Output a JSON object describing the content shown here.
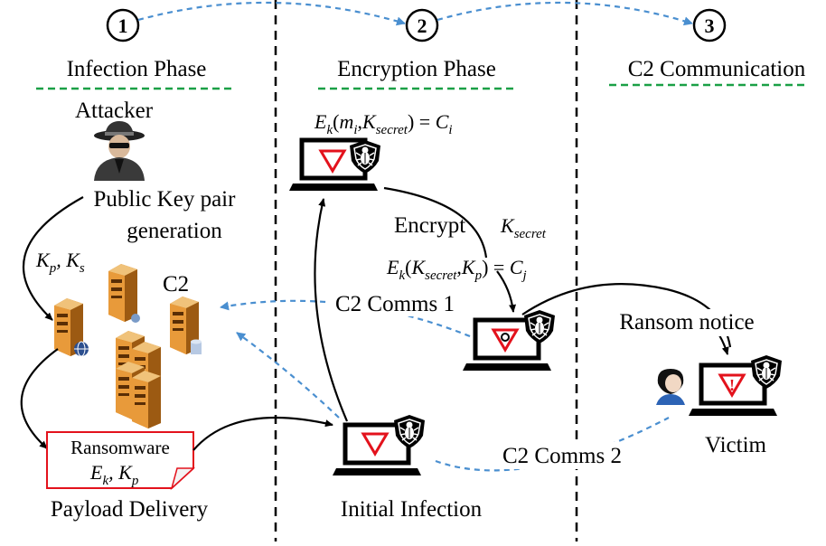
{
  "phases": {
    "p1": {
      "number": "1",
      "label": "Infection Phase"
    },
    "p2": {
      "number": "2",
      "label": "Encryption Phase"
    },
    "p3": {
      "number": "3",
      "label": "C2 Communication"
    }
  },
  "labels": {
    "attacker": "Attacker",
    "public_key_1": "Public Key pair",
    "public_key_2": "generation",
    "c2": "C2",
    "encrypt": "Encrypt",
    "c2_comms_1": "C2 Comms 1",
    "c2_comms_2": "C2 Comms 2",
    "ransom_notice": "Ransom  notice",
    "victim": "Victim",
    "initial_infection": "Initial Infection",
    "payload_delivery": "Payload Delivery",
    "ransomware": "Ransomware"
  },
  "math": {
    "eq1": {
      "E": "E",
      "k": "k",
      "open": "(",
      "m": "m",
      "i": "i",
      "comma": ",",
      "K": "K",
      "secret": "secret",
      "close": ") = ",
      "C": "C",
      "ci": "i"
    },
    "ksecret": {
      "K": "K",
      "secret": "secret"
    },
    "eq2": {
      "E": "E",
      "k": "k",
      "open": "(",
      "K": "K",
      "secret": "secret",
      "comma": ",",
      "K2": "K",
      "p": "p",
      "close": ") = ",
      "C": "C",
      "j": "j"
    },
    "keys": {
      "K1": "K",
      "p": "p",
      "comma": ", ",
      "K2": "K",
      "s": "s"
    },
    "payload": {
      "E": "E",
      "k": "k",
      "comma": ", ",
      "K": "K",
      "p": "p"
    }
  },
  "colors": {
    "dashed_arrow": "#4a8fd0",
    "green_underline": "#1aa046",
    "warning_red": "#e3121c",
    "server_orange": "#d8821f"
  }
}
